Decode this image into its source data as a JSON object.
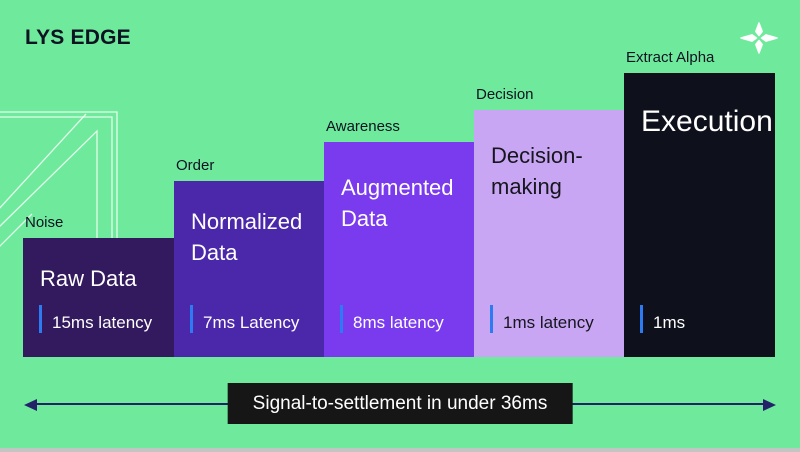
{
  "header": {
    "brand": "LYS EDGE"
  },
  "colors": {
    "background": "#6FEA9D",
    "ink": "#0D1321",
    "tick_blue": "#2C7BF2",
    "arrow_navy": "#232269",
    "pill_black": "#161616"
  },
  "stages": [
    {
      "tag": "Noise",
      "title": "Raw Data",
      "latency": "15ms latency",
      "color": "#331A5E",
      "text_color": "#FFFFFF"
    },
    {
      "tag": "Order",
      "title": "Normalized Data",
      "latency": "7ms Latency",
      "color": "#4B28A9",
      "text_color": "#FFFFFF"
    },
    {
      "tag": "Awareness",
      "title": "Augmented Data",
      "latency": "8ms latency",
      "color": "#7A3BEE",
      "text_color": "#FFFFFF"
    },
    {
      "tag": "Decision",
      "title": "Decision-making",
      "latency": "1ms latency",
      "color": "#C9A6F3",
      "text_color": "#15161E"
    },
    {
      "tag": "Extract Alpha",
      "title": "Execution",
      "latency": "1ms",
      "color": "#0E101B",
      "text_color": "#FFFFFF"
    }
  ],
  "footer": {
    "label": "Signal-to-settlement in under 36ms"
  }
}
